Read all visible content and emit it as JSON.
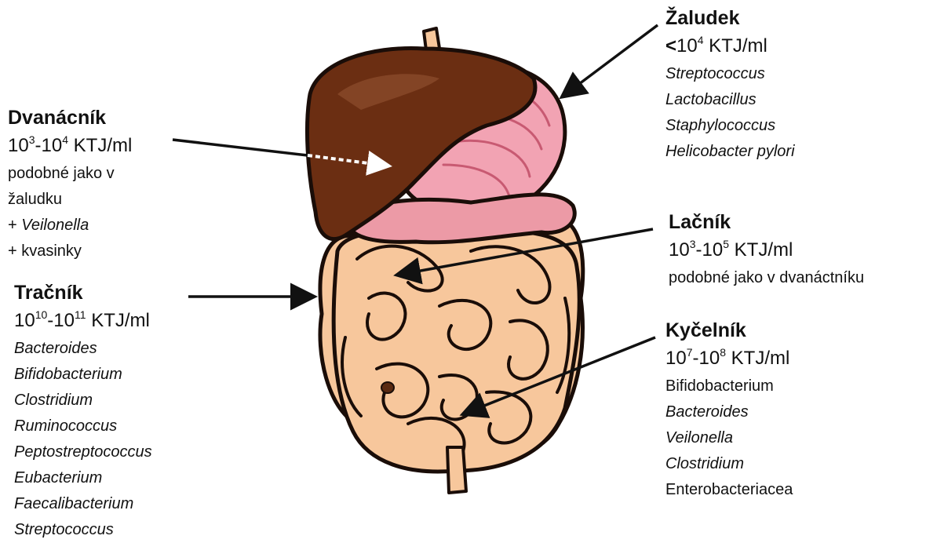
{
  "dvanacnik": {
    "title": "Dvanácník",
    "conc": {
      "base1": "10",
      "exp1": "3",
      "sep": "-",
      "base2": "10",
      "exp2": "4",
      "unit": " KTJ/ml"
    },
    "lines": [
      "podobné jako v",
      "žaludku"
    ],
    "veil_prefix": "+ ",
    "veil_name": "Veilonella",
    "yeast": "+ kvasinky"
  },
  "zaludek": {
    "title": "Žaludek",
    "conc": {
      "lt": "<",
      "base": "10",
      "exp": "4",
      "unit": " KTJ/ml"
    },
    "organisms": [
      "Streptococcus",
      "Lactobacillus",
      "Staphylococcus",
      "Helicobacter pylori"
    ]
  },
  "lacnik": {
    "title": "Lačník",
    "conc": {
      "base1": "10",
      "exp1": "3",
      "sep": "-",
      "base2": "10",
      "exp2": "5",
      "unit": " KTJ/ml"
    },
    "note": "podobné jako v dvanáctníku"
  },
  "kycelnik": {
    "title": "Kyčelník",
    "conc": {
      "base1": "10",
      "exp1": "7",
      "sep": "-",
      "base2": "10",
      "exp2": "8",
      "unit": " KTJ/ml"
    },
    "organisms": [
      "Bifidobacterium",
      "Bacteroides",
      "Veilonella",
      "Clostridium",
      "Enterobacteriacea"
    ],
    "italic": [
      false,
      true,
      true,
      true,
      false
    ]
  },
  "tracnik": {
    "title": "Tračník",
    "conc": {
      "base1": "10",
      "exp1": "10",
      "sep": "-",
      "base2": "10",
      "exp2": "11",
      "unit": " KTJ/ml"
    },
    "organisms": [
      "Bacteroides",
      "Bifidobacterium",
      "Clostridium",
      "Ruminococcus",
      "Peptostreptococcus",
      "Eubacterium",
      "Faecalibacterium",
      "Streptococcus"
    ]
  },
  "colors": {
    "liver": "#6b2e12",
    "stomach": "#f2a3b3",
    "intestine": "#f7c79c",
    "outline": "#1a0d08"
  }
}
